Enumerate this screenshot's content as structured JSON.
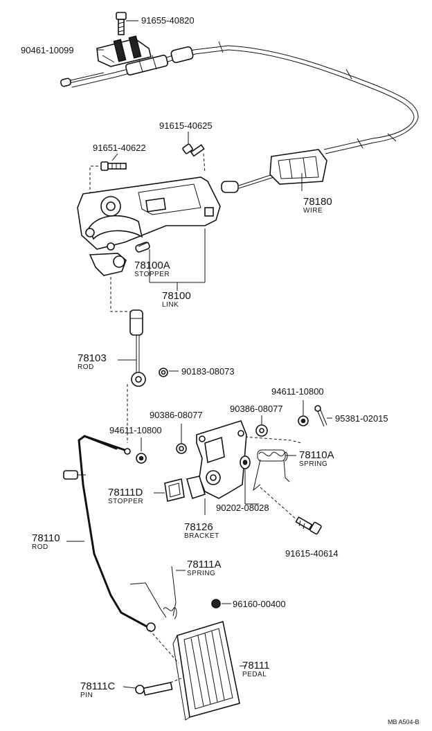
{
  "labels": {
    "p91655": "91655-40820",
    "p90461": "90461-10099",
    "p91615a": "91615-40625",
    "p91651": "91651-40622",
    "p78180": "78180",
    "p78180_sub": "WIRE",
    "p78100A": "78100A",
    "p78100A_sub": "STOPPER",
    "p78100": "78100",
    "p78100_sub": "LINK",
    "p78103": "78103",
    "p78103_sub": "ROD",
    "p90183": "90183-08073",
    "p94611a": "94611-10800",
    "p90386a": "90386-08077",
    "p90386b": "90386-08077",
    "p94611b": "94611-10800",
    "p95381": "95381-02015",
    "p78110A": "78110A",
    "p78110A_sub": "SPRING",
    "p78111D": "78111D",
    "p78111D_sub": "STOPPER",
    "p90202": "90202-08028",
    "p78126": "78126",
    "p78126_sub": "BRACKET",
    "p91615b": "91615-40614",
    "p78110": "78110",
    "p78110_sub": "ROD",
    "p78111A": "78111A",
    "p78111A_sub": "SPRING",
    "p96160": "96160-00400",
    "p78111": "78111",
    "p78111_sub": "PEDAL",
    "p78111C": "78111C",
    "p78111C_sub": "PIN",
    "diagram_code": "MB A504-B"
  }
}
